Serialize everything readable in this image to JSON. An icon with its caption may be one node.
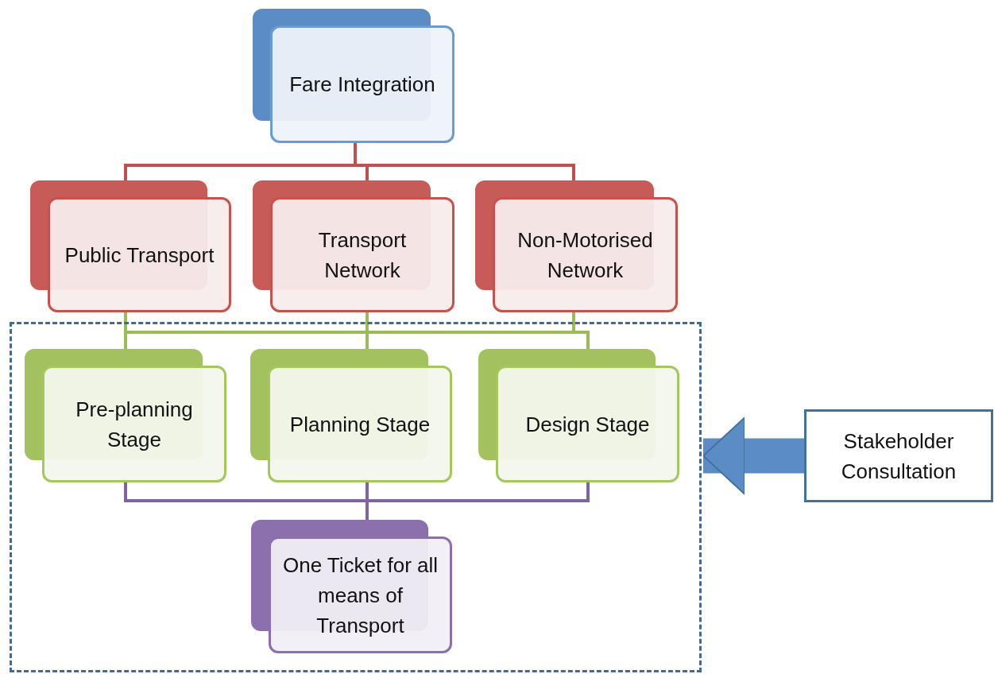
{
  "diagram": {
    "nodes": [
      {
        "text": [
          "Fare Integration"
        ]
      },
      {
        "text": [
          "Public Transport"
        ]
      },
      {
        "text": [
          "Transport Network"
        ]
      },
      {
        "text": [
          "Non-Motorised Network"
        ]
      },
      {
        "text": [],
        "shape": "box"
      },
      {
        "text": [
          "Pre-planning Stage"
        ],
        "in": 4
      },
      {
        "text": [
          "Planning Stage"
        ],
        "in": 4
      },
      {
        "text": [
          "Design Stage"
        ],
        "in": 4
      },
      {
        "text": [
          "One Ticket for all means of Transport"
        ],
        "in": 4
      },
      {
        "text": [
          "Stakeholder Consultation"
        ]
      }
    ],
    "edges": [
      {
        "from": 0,
        "to": 1,
        "arrow": "none",
        "color": "#c0504d"
      },
      {
        "from": 0,
        "to": 2,
        "arrow": "none",
        "color": "#c0504d"
      },
      {
        "from": 0,
        "to": 3,
        "arrow": "none",
        "color": "#c0504d"
      },
      {
        "from": 1,
        "to": 5,
        "arrow": "none"
      },
      {
        "from": 1,
        "to": 6,
        "arrow": "none"
      },
      {
        "from": 1,
        "to": 7,
        "arrow": "none"
      },
      {
        "from": 2,
        "to": 5,
        "arrow": "none"
      },
      {
        "from": 2,
        "to": 6,
        "arrow": "none"
      },
      {
        "from": 2,
        "to": 7,
        "arrow": "none"
      },
      {
        "from": 3,
        "to": 5,
        "arrow": "none"
      },
      {
        "from": 3,
        "to": 6,
        "arrow": "none"
      },
      {
        "from": 3,
        "to": 7,
        "arrow": "none"
      },
      {
        "from": 5,
        "to": 8,
        "arrow": "none",
        "color": "#8064a2"
      },
      {
        "from": 6,
        "to": 8,
        "arrow": "none",
        "color": "#8064a2"
      },
      {
        "from": 7,
        "to": 8,
        "arrow": "none",
        "color": "#8064a2"
      },
      {
        "from": 9,
        "to": 4,
        "arrow": "to",
        "style": "thick",
        "color": "#5b8cc6"
      }
    ]
  }
}
